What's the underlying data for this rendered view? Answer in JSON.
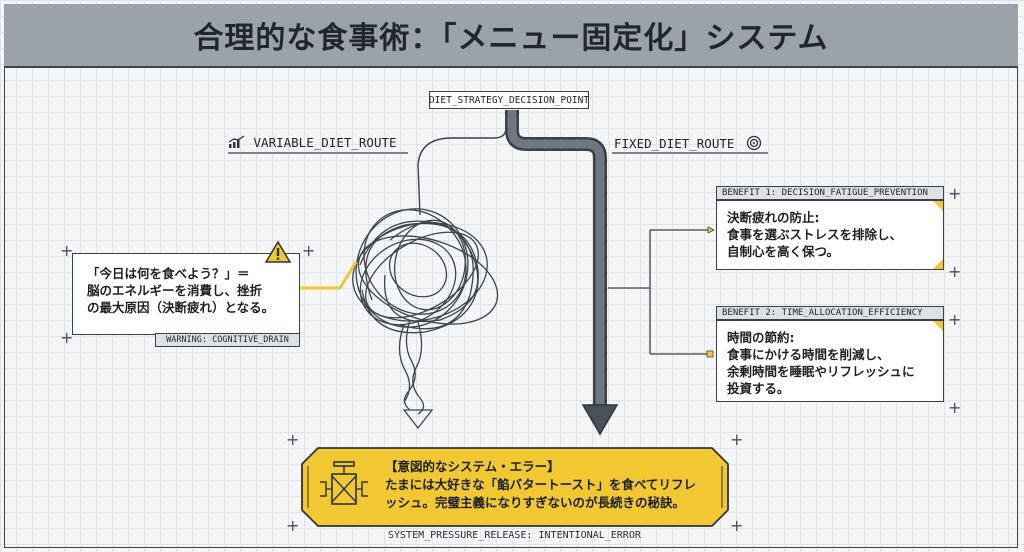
{
  "title": "合理的な食事術：「メニュー固定化」システム",
  "decision_point": "DIET_STRATEGY_DECISION_POINT",
  "variable_route": {
    "label": "VARIABLE_DIET_ROUTE",
    "icon": "trend-chart-icon"
  },
  "fixed_route": {
    "label": "FIXED_DIET_ROUTE",
    "icon": "target-icon"
  },
  "warning_card": {
    "lines": [
      "「今日は何を食べよう？」＝",
      "脳のエネルギーを消費し、挫折",
      "の最大原因（決断疲れ）となる。"
    ],
    "tag": "WARNING: COGNITIVE_DRAIN",
    "icon": "warning-icon"
  },
  "benefit1": {
    "head": "BENEFIT 1: DECISION_FATIGUE_PREVENTION",
    "lines": [
      "決断疲れの防止:",
      "食事を選ぶストレスを排除し、",
      "自制心を高く保つ。"
    ]
  },
  "benefit2": {
    "head": "BENEFIT 2: TIME_ALLOCATION_EFFICIENCY",
    "lines": [
      "時間の節約:",
      "食事にかける時間を削減し、",
      "余剰時間を睡眠やリフレッシュに",
      "投資する。"
    ]
  },
  "error_box": {
    "lines": [
      "【意図的なシステム・エラー】",
      "たまには大好きな「餡バタートースト」を食べてリフレ",
      "ッシュ。完璧主義になりすぎないのが長続きの秘訣。"
    ],
    "tag": "SYSTEM_PRESSURE_RELEASE: INTENTIONAL_ERROR",
    "icon": "pressure-valve-icon"
  },
  "colors": {
    "accent_yellow": "#f2c832",
    "route_gray": "#5e6670",
    "title_bar": "#9aa2ac"
  }
}
